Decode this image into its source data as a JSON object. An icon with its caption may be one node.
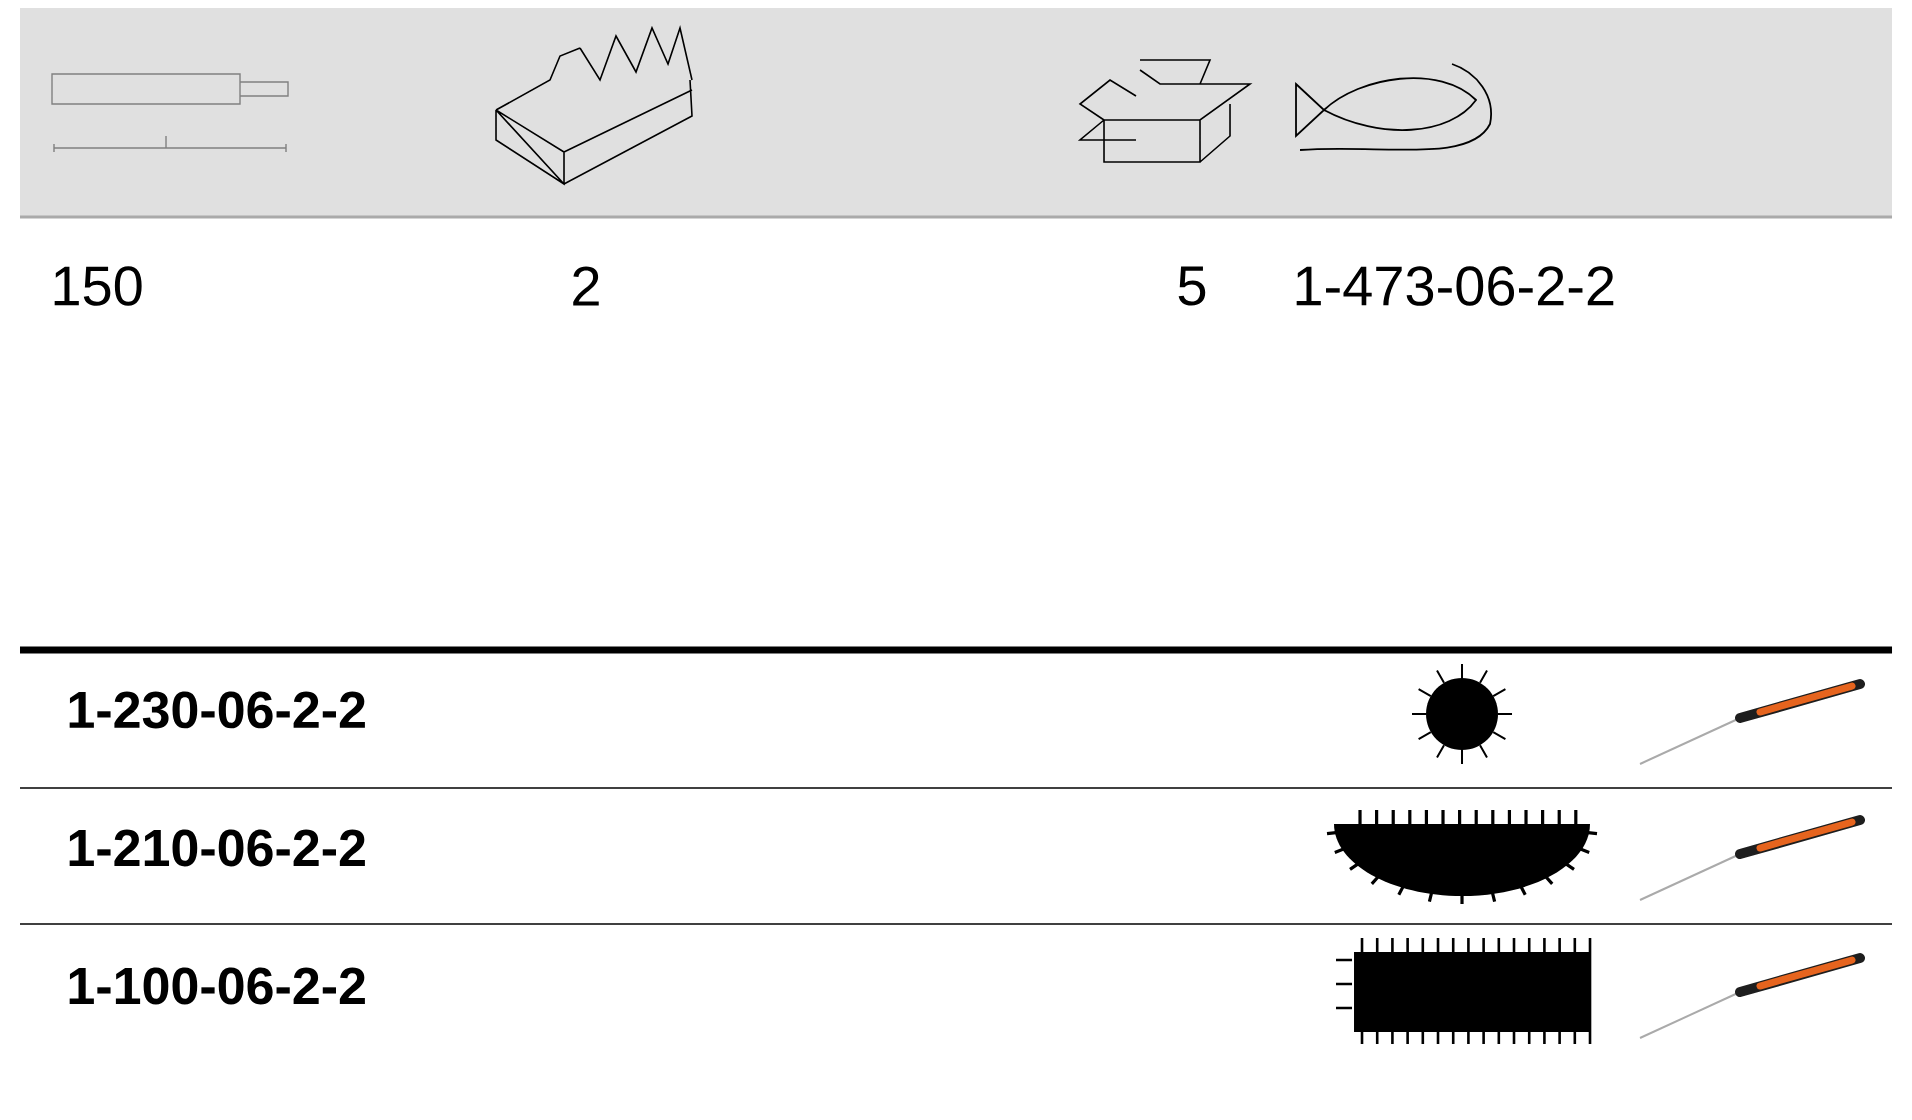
{
  "diagram": {
    "labels": [
      "150",
      "2",
      "5",
      "1-473-06-2-2",
      "1-230-06-2-2",
      "1-210-06-2-2",
      "1-100-06-2-2"
    ]
  }
}
